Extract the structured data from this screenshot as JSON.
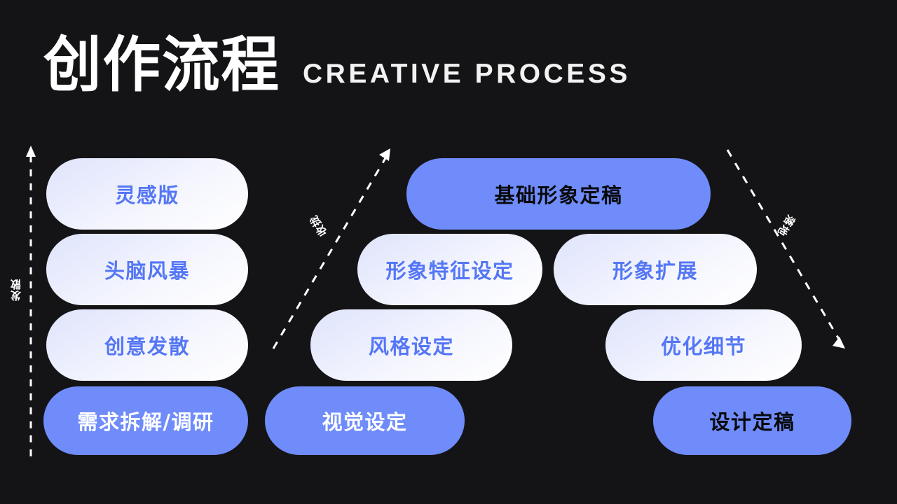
{
  "header": {
    "title_cn": "创作流程",
    "title_en": "CREATIVE PROCESS"
  },
  "theme": {
    "background": "#141416",
    "accent_blue": "#6f8cfa",
    "pill_text_blue": "#5577f5",
    "pill_light_top": "#dfe4fb",
    "pill_light_bottom": "#ffffff",
    "title_white": "#ffffff",
    "dashed_white": "#ffffff"
  },
  "phase_labels": {
    "left": "发散",
    "middle": "收拢",
    "right": "落地"
  },
  "columns": {
    "diverge": {
      "name": "发散",
      "steps": [
        {
          "label": "灵感版",
          "style": "light"
        },
        {
          "label": "头脑风暴",
          "style": "light"
        },
        {
          "label": "创意发散",
          "style": "light"
        },
        {
          "label": "需求拆解/调研",
          "style": "accent",
          "text": "white"
        }
      ]
    },
    "converge": {
      "name": "收拢",
      "steps": [
        {
          "label": "基础形象定稿",
          "style": "accent",
          "text": "dark"
        },
        {
          "label": "形象特征设定",
          "style": "light"
        },
        {
          "label": "风格设定",
          "style": "light"
        },
        {
          "label": "视觉设定",
          "style": "accent",
          "text": "white"
        }
      ]
    },
    "land": {
      "name": "落地",
      "steps": [
        {
          "label": "形象扩展",
          "style": "light"
        },
        {
          "label": "优化细节",
          "style": "light"
        },
        {
          "label": "设计定稿",
          "style": "accent",
          "text": "dark"
        }
      ]
    }
  },
  "pills": {
    "p1": "灵感版",
    "p2": "头脑风暴",
    "p3": "创意发散",
    "p4": "需求拆解/调研",
    "p5": "基础形象定稿",
    "p6": "形象特征设定",
    "p7": "形象扩展",
    "p8": "风格设定",
    "p9": "优化细节",
    "p10": "视觉设定",
    "p11": "设计定稿"
  }
}
